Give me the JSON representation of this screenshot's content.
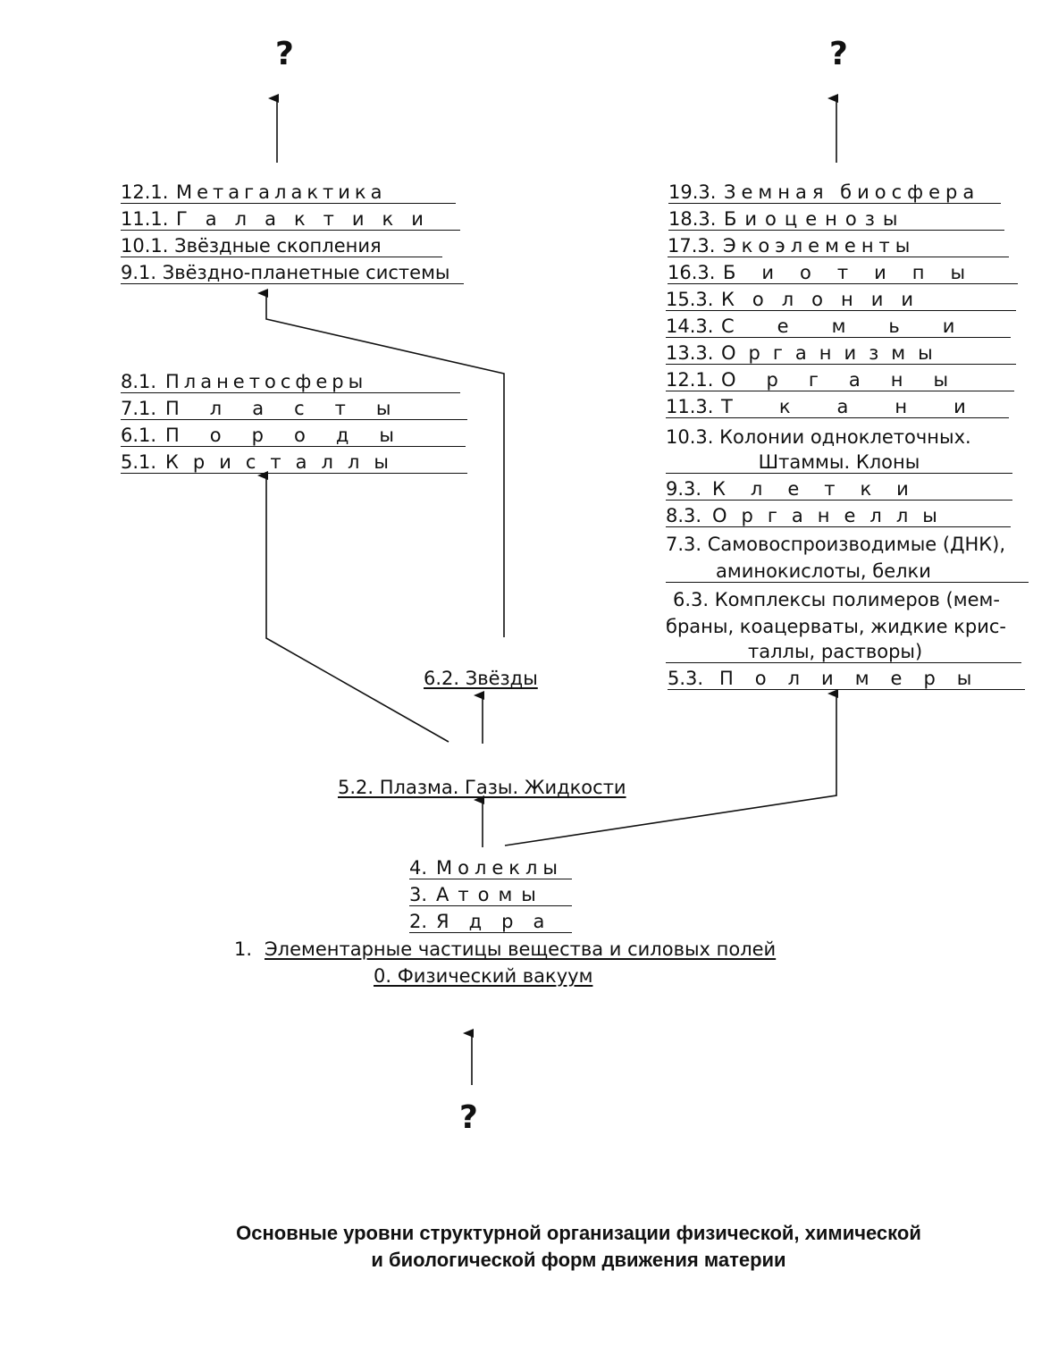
{
  "question_marks": [
    "?",
    "?",
    "?"
  ],
  "left_column": [
    {
      "num": "12.1.",
      "text": "Метагалактика",
      "spaced": "wide"
    },
    {
      "num": "11.1.",
      "text": "Галактики",
      "spaced": "xwide"
    },
    {
      "num": "10.1.",
      "text": "Звёздные скопления",
      "spaced": "none"
    },
    {
      "num": "9.1.",
      "text": "Звёздно-планетные системы",
      "spaced": "none"
    }
  ],
  "left_column_2": [
    {
      "num": "8.1.",
      "text": "Планетосферы",
      "spaced": "wide"
    },
    {
      "num": "7.1.",
      "text": "Пласты",
      "spaced": "xwide"
    },
    {
      "num": "6.1.",
      "text": "Породы",
      "spaced": "xwide"
    },
    {
      "num": "5.1.",
      "text": "Кристаллы",
      "spaced": "xwide"
    }
  ],
  "stars": "6.2. Звёзды",
  "plasma": "5.2. Плазма. Газы. Жидкости",
  "center_column": [
    {
      "num": "4.",
      "text": "Молеклы"
    },
    {
      "num": "3.",
      "text": "Атомы"
    },
    {
      "num": "2.",
      "text": "Ядра"
    }
  ],
  "elementary_num": "1.",
  "elementary_text": "Элементарные частицы вещества и силовых полей",
  "vacuum": "0. Физический вакуум",
  "right_column": [
    {
      "num": "19.3.",
      "text": "Земная биосфера"
    },
    {
      "num": "18.3.",
      "text": "Биоценозы"
    },
    {
      "num": "17.3.",
      "text": "Экоэлементы"
    },
    {
      "num": "16.3.",
      "text": "Биотипы"
    },
    {
      "num": "15.3.",
      "text": "Колонии"
    },
    {
      "num": "14.3.",
      "text": "Семьи"
    },
    {
      "num": "13.3.",
      "text": "Организмы"
    },
    {
      "num": "12.1.",
      "text": "Органы"
    },
    {
      "num": "11.3.",
      "text": "Ткани"
    }
  ],
  "r_10_line1": "10.3. Колонии одноклеточных.",
  "r_10_line2": "Штаммы. Клоны",
  "right_column_2": [
    {
      "num": "9.3.",
      "text": "Клетки"
    },
    {
      "num": "8.3.",
      "text": "Органеллы"
    }
  ],
  "r_7_line1": "7.3. Самовоспроизводимые (ДНК),",
  "r_7_line2": "аминокислоты, белки",
  "r_6_line1": "6.3. Комплексы полимеров (мем-",
  "r_6_line2": "браны, коацерваты, жидкие крис-",
  "r_6_line3": "таллы, растворы)",
  "r_5_num": "5.3.",
  "r_5_text": "Полимеры",
  "caption_line1": "Основные уровни структурной организации физической, химической",
  "caption_line2": "и биологической форм движения материи"
}
